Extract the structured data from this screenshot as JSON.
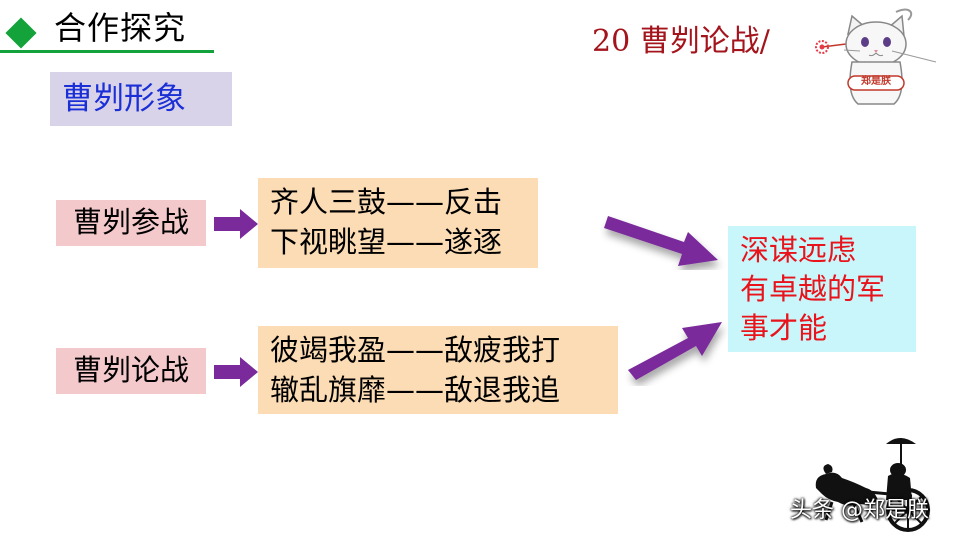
{
  "header": {
    "title": "合作探究",
    "lesson": "20  曹刿论战/"
  },
  "subtitle": "曹刿形象",
  "groups": [
    {
      "label": "曹刿参战",
      "lines": [
        "齐人三鼓——反击",
        "下视眺望——遂逐"
      ]
    },
    {
      "label": "曹刿论战",
      "lines": [
        "彼竭我盈——敌疲我打",
        "辙乱旗靡——敌退我追"
      ]
    }
  ],
  "conclusion": {
    "lines": [
      "深谋远虑",
      "有卓越的军",
      "事才能"
    ]
  },
  "logo": {
    "badge_text": "郑是朕"
  },
  "watermark": "头条 @郑是朕",
  "colors": {
    "accent_green": "#13a33a",
    "lesson_red": "#a3141c",
    "subtitle_blue": "#1a2fd6",
    "subtitle_bg": "#d9d3ea",
    "label_pink": "#f4c9cc",
    "box_peach": "#fbdcb5",
    "conclusion_cyan": "#c8f6fa",
    "conclusion_red": "#e8131b",
    "arrow_purple": "#7a2a9a"
  }
}
